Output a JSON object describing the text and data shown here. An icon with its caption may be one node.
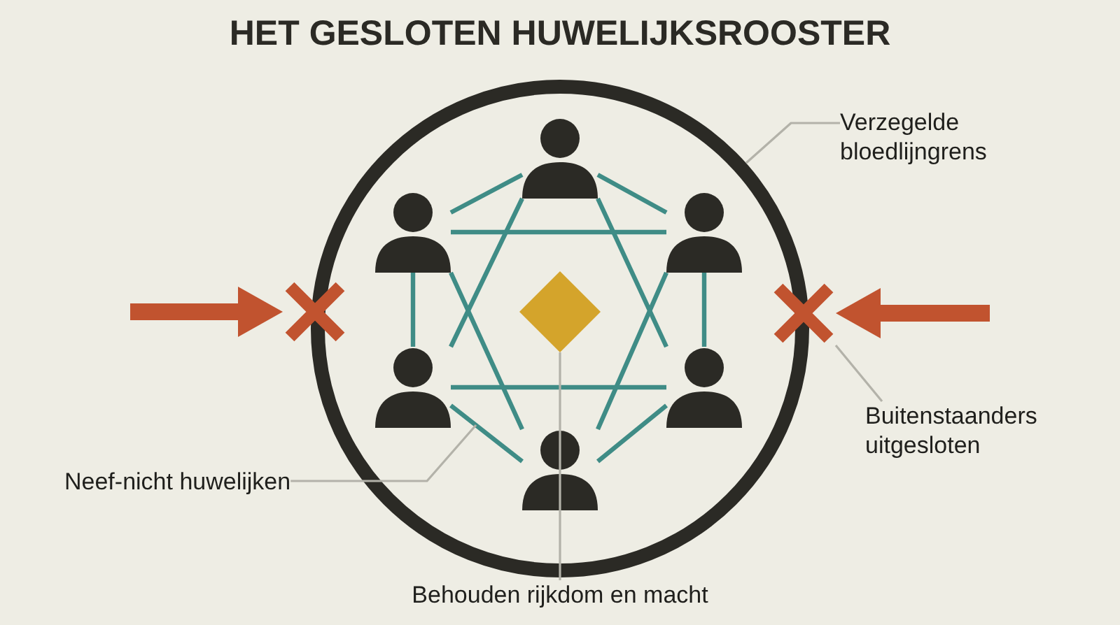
{
  "diagram": {
    "title": "HET GESLOTEN HUWELIJKSROOSTER",
    "nodes": [
      {
        "text": [],
        "shape": "circle"
      },
      {
        "text": [],
        "shape": "person",
        "in": 0
      },
      {
        "text": [],
        "shape": "person",
        "in": 0
      },
      {
        "text": [],
        "shape": "person",
        "in": 0
      },
      {
        "text": [],
        "shape": "person",
        "in": 0
      },
      {
        "text": [],
        "shape": "person",
        "in": 0
      },
      {
        "text": [],
        "shape": "person",
        "in": 0
      },
      {
        "text": [],
        "shape": "diamond",
        "in": 0
      },
      {
        "text": [],
        "shape": "cross"
      },
      {
        "text": [],
        "shape": "cross"
      },
      {
        "text": [
          "Verzegelde bloedlijngrens"
        ]
      },
      {
        "text": [
          "Buitenstaanders uitgesloten"
        ]
      },
      {
        "text": [
          "Neef-nicht huwelijken"
        ]
      },
      {
        "text": [
          "Behouden rijkdom en macht"
        ]
      }
    ],
    "edges": [
      {
        "from": 1,
        "to": 2,
        "arrow": "none"
      },
      {
        "from": 1,
        "to": 3,
        "arrow": "none"
      },
      {
        "from": 1,
        "to": 4,
        "arrow": "none"
      },
      {
        "from": 1,
        "to": 5,
        "arrow": "none"
      },
      {
        "from": 2,
        "to": 3,
        "arrow": "none"
      },
      {
        "from": 2,
        "to": 4,
        "arrow": "none"
      },
      {
        "from": 3,
        "to": 5,
        "arrow": "none"
      },
      {
        "from": 2,
        "to": 6,
        "arrow": "none"
      },
      {
        "from": 3,
        "to": 6,
        "arrow": "none"
      },
      {
        "from": 4,
        "to": 5,
        "arrow": "none"
      },
      {
        "from": 4,
        "to": 6,
        "arrow": "none"
      },
      {
        "from": 5,
        "to": 6,
        "arrow": "none"
      },
      {
        "from": null,
        "to": 8,
        "arrow": "to",
        "style": "thick",
        "color": "#c1532f"
      },
      {
        "from": null,
        "to": 9,
        "arrow": "to",
        "style": "thick",
        "color": "#c1532f"
      },
      {
        "from": 10,
        "to": 0,
        "arrow": "none",
        "color": "#b3b2a9"
      },
      {
        "from": 11,
        "to": 9,
        "arrow": "none",
        "color": "#b3b2a9"
      },
      {
        "from": 12,
        "to": null,
        "arrow": "none",
        "color": "#b3b2a9"
      },
      {
        "from": 13,
        "to": 7,
        "arrow": "none",
        "color": "#b3b2a9"
      }
    ]
  }
}
